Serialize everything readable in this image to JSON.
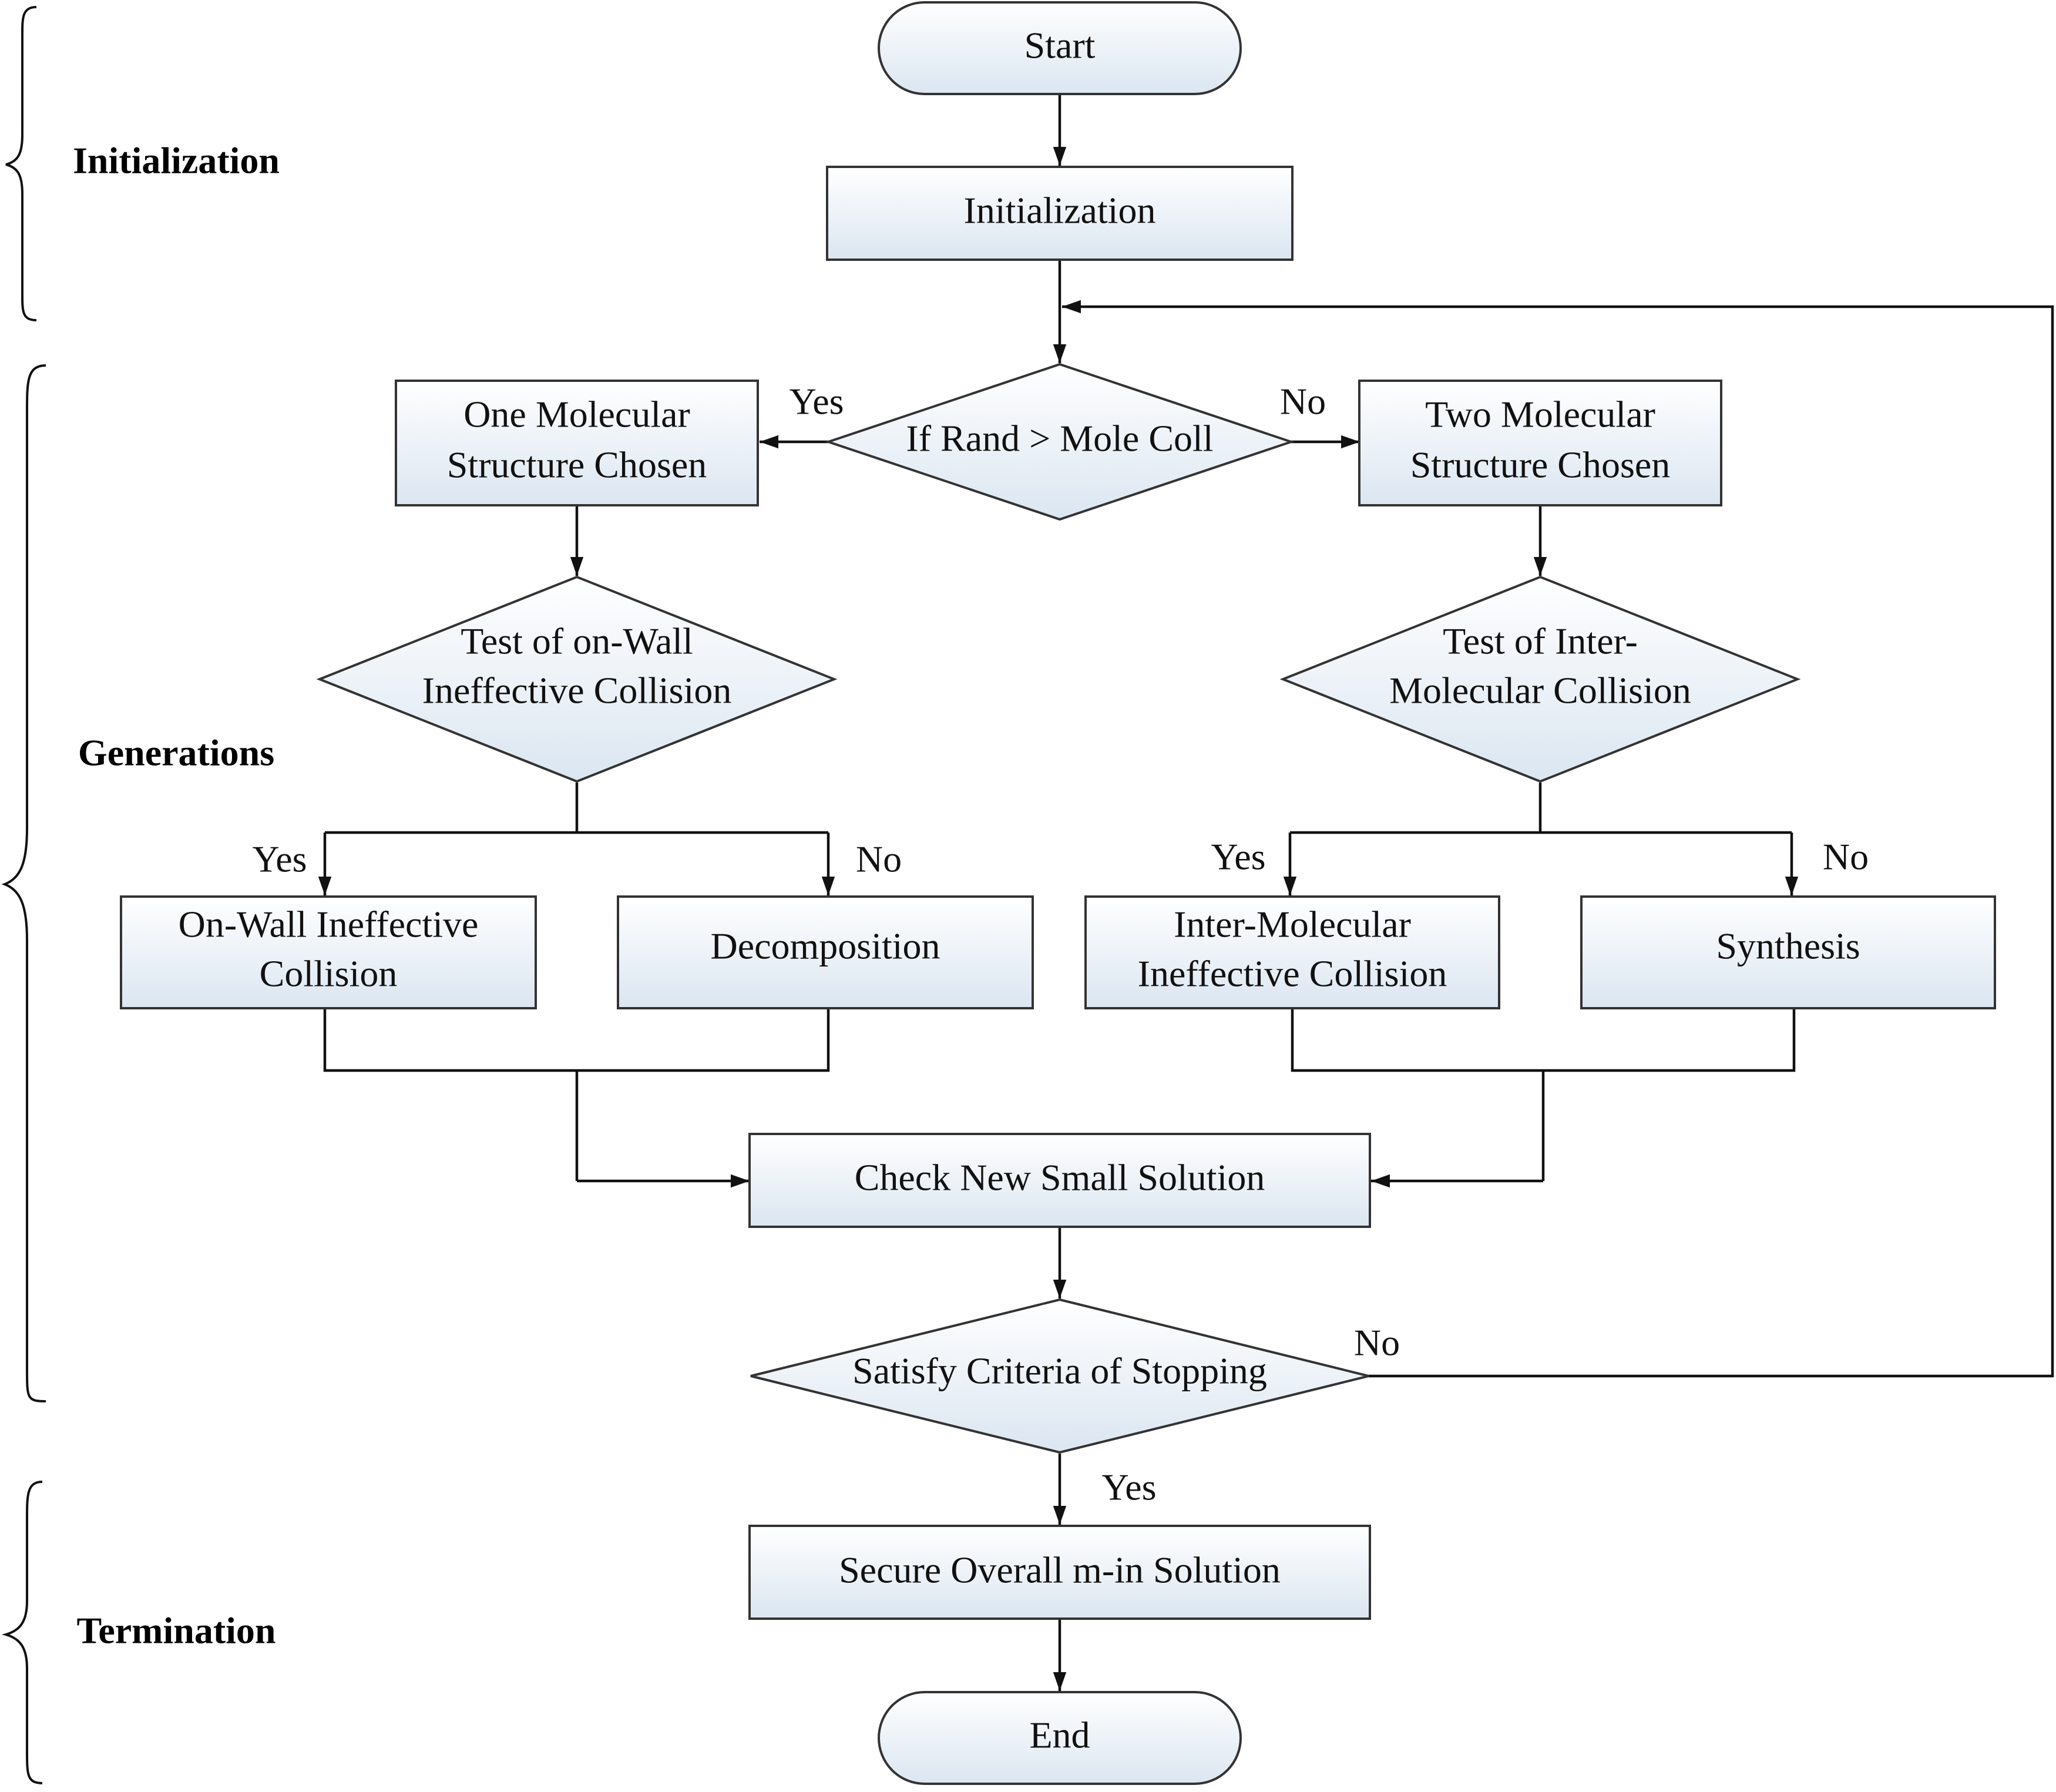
{
  "phases": {
    "initialization": "Initialization",
    "generations": "Generations",
    "termination": "Termination"
  },
  "nodes": {
    "start": "Start",
    "initialization": "Initialization",
    "decision_rand": "If Rand > Mole Coll",
    "one_molecular": [
      "One Molecular",
      "Structure Chosen"
    ],
    "two_molecular": [
      "Two Molecular",
      "Structure Chosen"
    ],
    "test_on_wall": [
      "Test of on-Wall",
      "Ineffective Collision"
    ],
    "test_inter": [
      "Test of Inter-",
      "Molecular Collision"
    ],
    "on_wall_collision": [
      "On-Wall Ineffective",
      "Collision"
    ],
    "decomposition": "Decomposition",
    "inter_molecular_collision": [
      "Inter-Molecular",
      "Ineffective Collision"
    ],
    "synthesis": "Synthesis",
    "check_new": "Check New Small Solution",
    "satisfy_criteria": "Satisfy Criteria of Stopping",
    "secure_overall": "Secure Overall m-in Solution",
    "end": "End"
  },
  "edge_labels": {
    "rand_yes": "Yes",
    "rand_no": "No",
    "on_wall_yes": "Yes",
    "on_wall_no": "No",
    "inter_yes": "Yes",
    "inter_no": "No",
    "criteria_no": "No",
    "criteria_yes": "Yes"
  },
  "colors": {
    "node_fill_top": "#ffffff",
    "node_fill_bottom": "#dbe6f1",
    "stroke": "#333333"
  }
}
